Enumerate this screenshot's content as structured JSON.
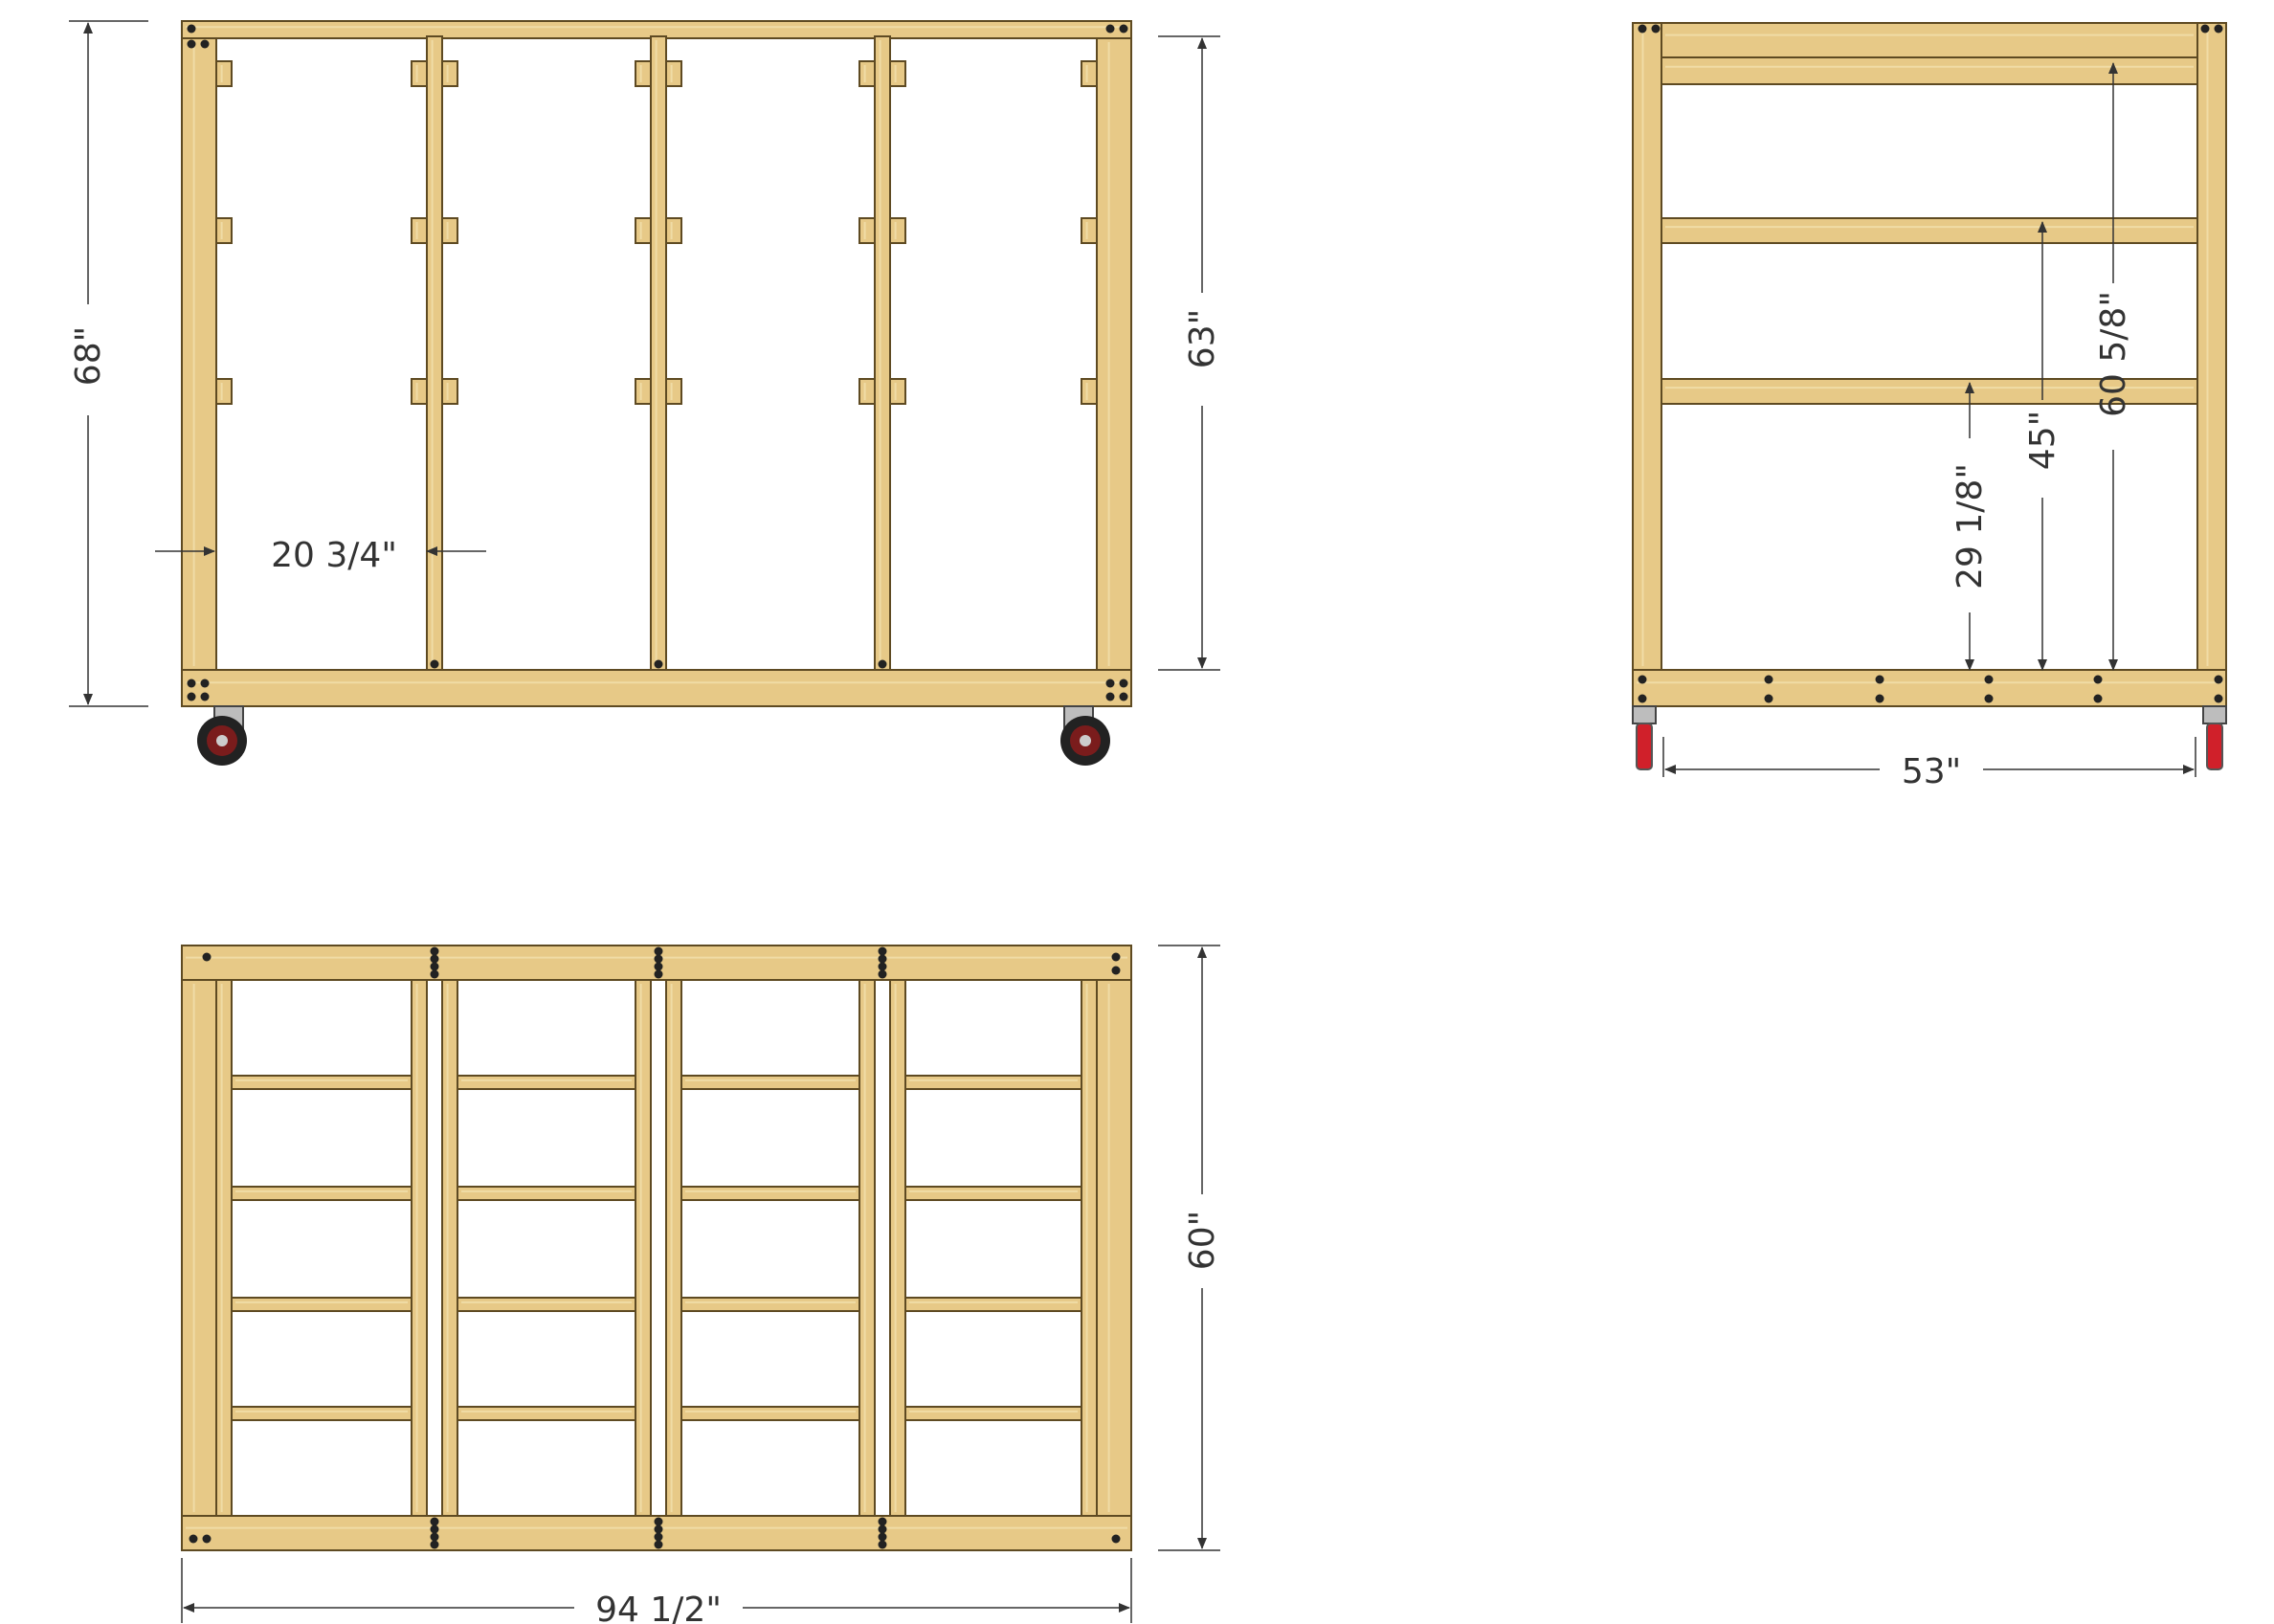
{
  "colors": {
    "wood": "#e7c987",
    "wood_light": "#f0dca6",
    "wood_edge": "#5e4a22",
    "line": "#333333",
    "caster_black": "#222222",
    "caster_red": "#d0202a",
    "caster_metal": "#bdbdbd",
    "background": "#ffffff"
  },
  "front_view": {
    "height_overall": "68\"",
    "height_frame": "63\"",
    "bay_width": "20 3/4\""
  },
  "side_view": {
    "width": "53\"",
    "shelf_1": "29 1/8\"",
    "shelf_2": "45\"",
    "shelf_3": "60 5/8\""
  },
  "top_view": {
    "width": "94 1/2\"",
    "depth": "60\""
  }
}
